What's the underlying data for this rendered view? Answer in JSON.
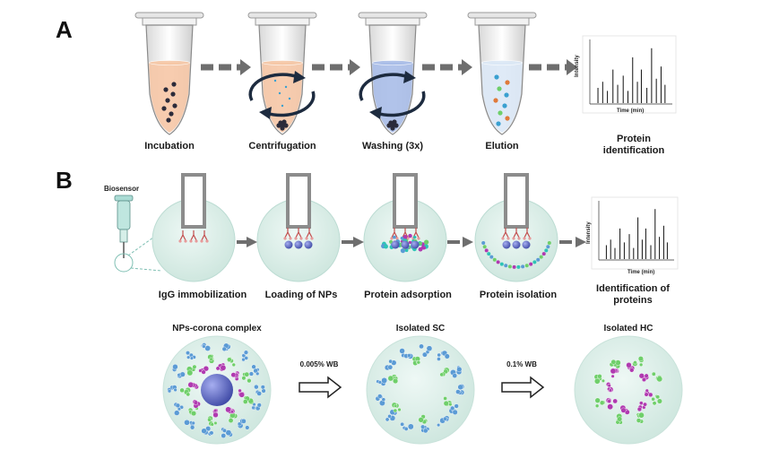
{
  "panelA": {
    "letter": "A",
    "steps": [
      "Incubation",
      "Centrifugation",
      "Washing (3x)",
      "Elution"
    ],
    "final_line1": "Protein",
    "final_line2": "identification",
    "chart_ylabel": "Intensity",
    "chart_xlabel": "Time (min)"
  },
  "panelB": {
    "letter": "B",
    "biosensor": "Biosensor",
    "steps": [
      "IgG immobilization",
      "Loading of NPs",
      "Protein adsorption",
      "Protein isolation"
    ],
    "final_line1": "Identification of",
    "final_line2": "proteins",
    "chart_ylabel": "Intensity",
    "chart_xlabel": "Time (min)"
  },
  "corona": {
    "titles": [
      "NPs-corona complex",
      "Isolated SC",
      "Isolated HC"
    ],
    "wash1": "0.005% WB",
    "wash2": "0.1% WB"
  },
  "colors": {
    "tube_orange": "#f6c7a6",
    "tube_blue": "#a9bde8",
    "tube_lightblue": "#dbe8f6",
    "circle_fill": "#dcefe9",
    "arrow_gray": "#6e6e6e",
    "np_blue": "#6a74c4",
    "protein_blue": "#5b9bd5",
    "protein_green": "#6fcf6a",
    "protein_purple": "#b03ab0"
  }
}
